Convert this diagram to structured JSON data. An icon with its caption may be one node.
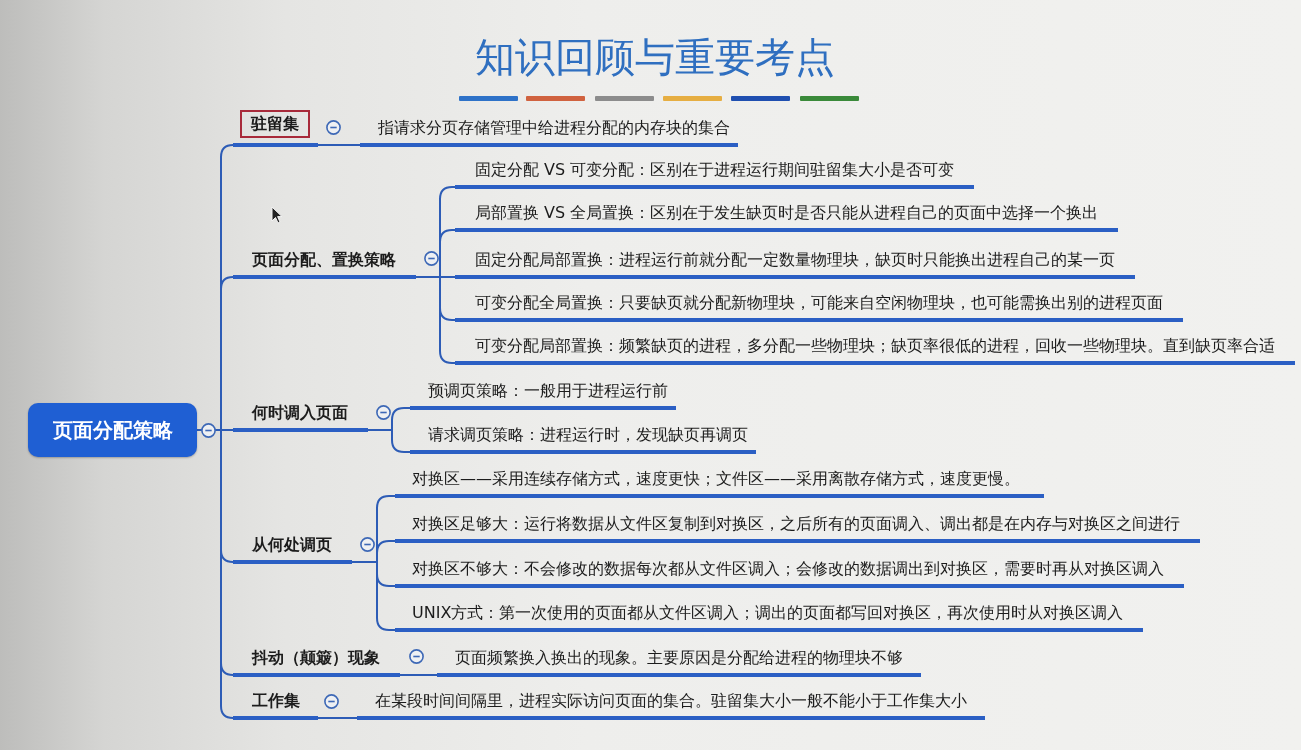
{
  "diagram": {
    "title": "知识回顾与重要考点",
    "nodes": [
      {
        "text": [
          "页面分配策略"
        ]
      },
      {
        "text": [
          "驻留集"
        ]
      },
      {
        "text": [
          "指请求分页存储管理中给进程分配的内存块的集合"
        ]
      },
      {
        "text": [
          "页面分配、置换策略"
        ]
      },
      {
        "text": [
          "固定分配 VS 可变分配：区别在于进程运行期间驻留集大小是否可变"
        ]
      },
      {
        "text": [
          "局部置换 VS 全局置换：区别在于发生缺页时是否只能从进程自己的页面中选择一个换出"
        ]
      },
      {
        "text": [
          "固定分配局部置换：进程运行前就分配一定数量物理块，缺页时只能换出进程自己的某一页"
        ]
      },
      {
        "text": [
          "可变分配全局置换：只要缺页就分配新物理块，可能来自空闲物理块，也可能需换出别的进程页面"
        ]
      },
      {
        "text": [
          "可变分配局部置换：频繁缺页的进程，多分配一些物理块；缺页率很低的进程，回收一些物理块。直到缺页率合适"
        ]
      },
      {
        "text": [
          "何时调入页面"
        ]
      },
      {
        "text": [
          "预调页策略：一般用于进程运行前"
        ]
      },
      {
        "text": [
          "请求调页策略：进程运行时，发现缺页再调页"
        ]
      },
      {
        "text": [
          "从何处调页"
        ]
      },
      {
        "text": [
          "对换区——采用连续存储方式，速度更快；文件区——采用离散存储方式，速度更慢。"
        ]
      },
      {
        "text": [
          "对换区足够大：运行将数据从文件区复制到对换区，之后所有的页面调入、调出都是在内存与对换区之间进行"
        ]
      },
      {
        "text": [
          "对换区不够大：不会修改的数据每次都从文件区调入；会修改的数据调出到对换区，需要时再从对换区调入"
        ]
      },
      {
        "text": [
          "UNIX方式：第一次使用的页面都从文件区调入；调出的页面都写回对换区，再次使用时从对换区调入"
        ]
      },
      {
        "text": [
          "抖动（颠簸）现象"
        ]
      },
      {
        "text": [
          "页面频繁换入换出的现象。主要原因是分配给进程的物理块不够"
        ]
      },
      {
        "text": [
          "工作集"
        ]
      },
      {
        "text": [
          "在某段时间间隔里，进程实际访问页面的集合。驻留集大小一般不能小于工作集大小"
        ]
      }
    ],
    "edges": [
      {
        "from": 0,
        "to": 1,
        "arrow": "none"
      },
      {
        "from": 0,
        "to": 3,
        "arrow": "none"
      },
      {
        "from": 0,
        "to": 9,
        "arrow": "none"
      },
      {
        "from": 0,
        "to": 12,
        "arrow": "none"
      },
      {
        "from": 0,
        "to": 17,
        "arrow": "none"
      },
      {
        "from": 0,
        "to": 19,
        "arrow": "none"
      },
      {
        "from": 1,
        "to": 2,
        "arrow": "none"
      },
      {
        "from": 3,
        "to": 4,
        "arrow": "none"
      },
      {
        "from": 3,
        "to": 5,
        "arrow": "none"
      },
      {
        "from": 3,
        "to": 6,
        "arrow": "none"
      },
      {
        "from": 3,
        "to": 7,
        "arrow": "none"
      },
      {
        "from": 3,
        "to": 8,
        "arrow": "none"
      },
      {
        "from": 9,
        "to": 10,
        "arrow": "none"
      },
      {
        "from": 9,
        "to": 11,
        "arrow": "none"
      },
      {
        "from": 12,
        "to": 13,
        "arrow": "none"
      },
      {
        "from": 12,
        "to": 14,
        "arrow": "none"
      },
      {
        "from": 12,
        "to": 15,
        "arrow": "none"
      },
      {
        "from": 12,
        "to": 16,
        "arrow": "none"
      },
      {
        "from": 17,
        "to": 18,
        "arrow": "none"
      },
      {
        "from": 19,
        "to": 20,
        "arrow": "none"
      }
    ]
  }
}
